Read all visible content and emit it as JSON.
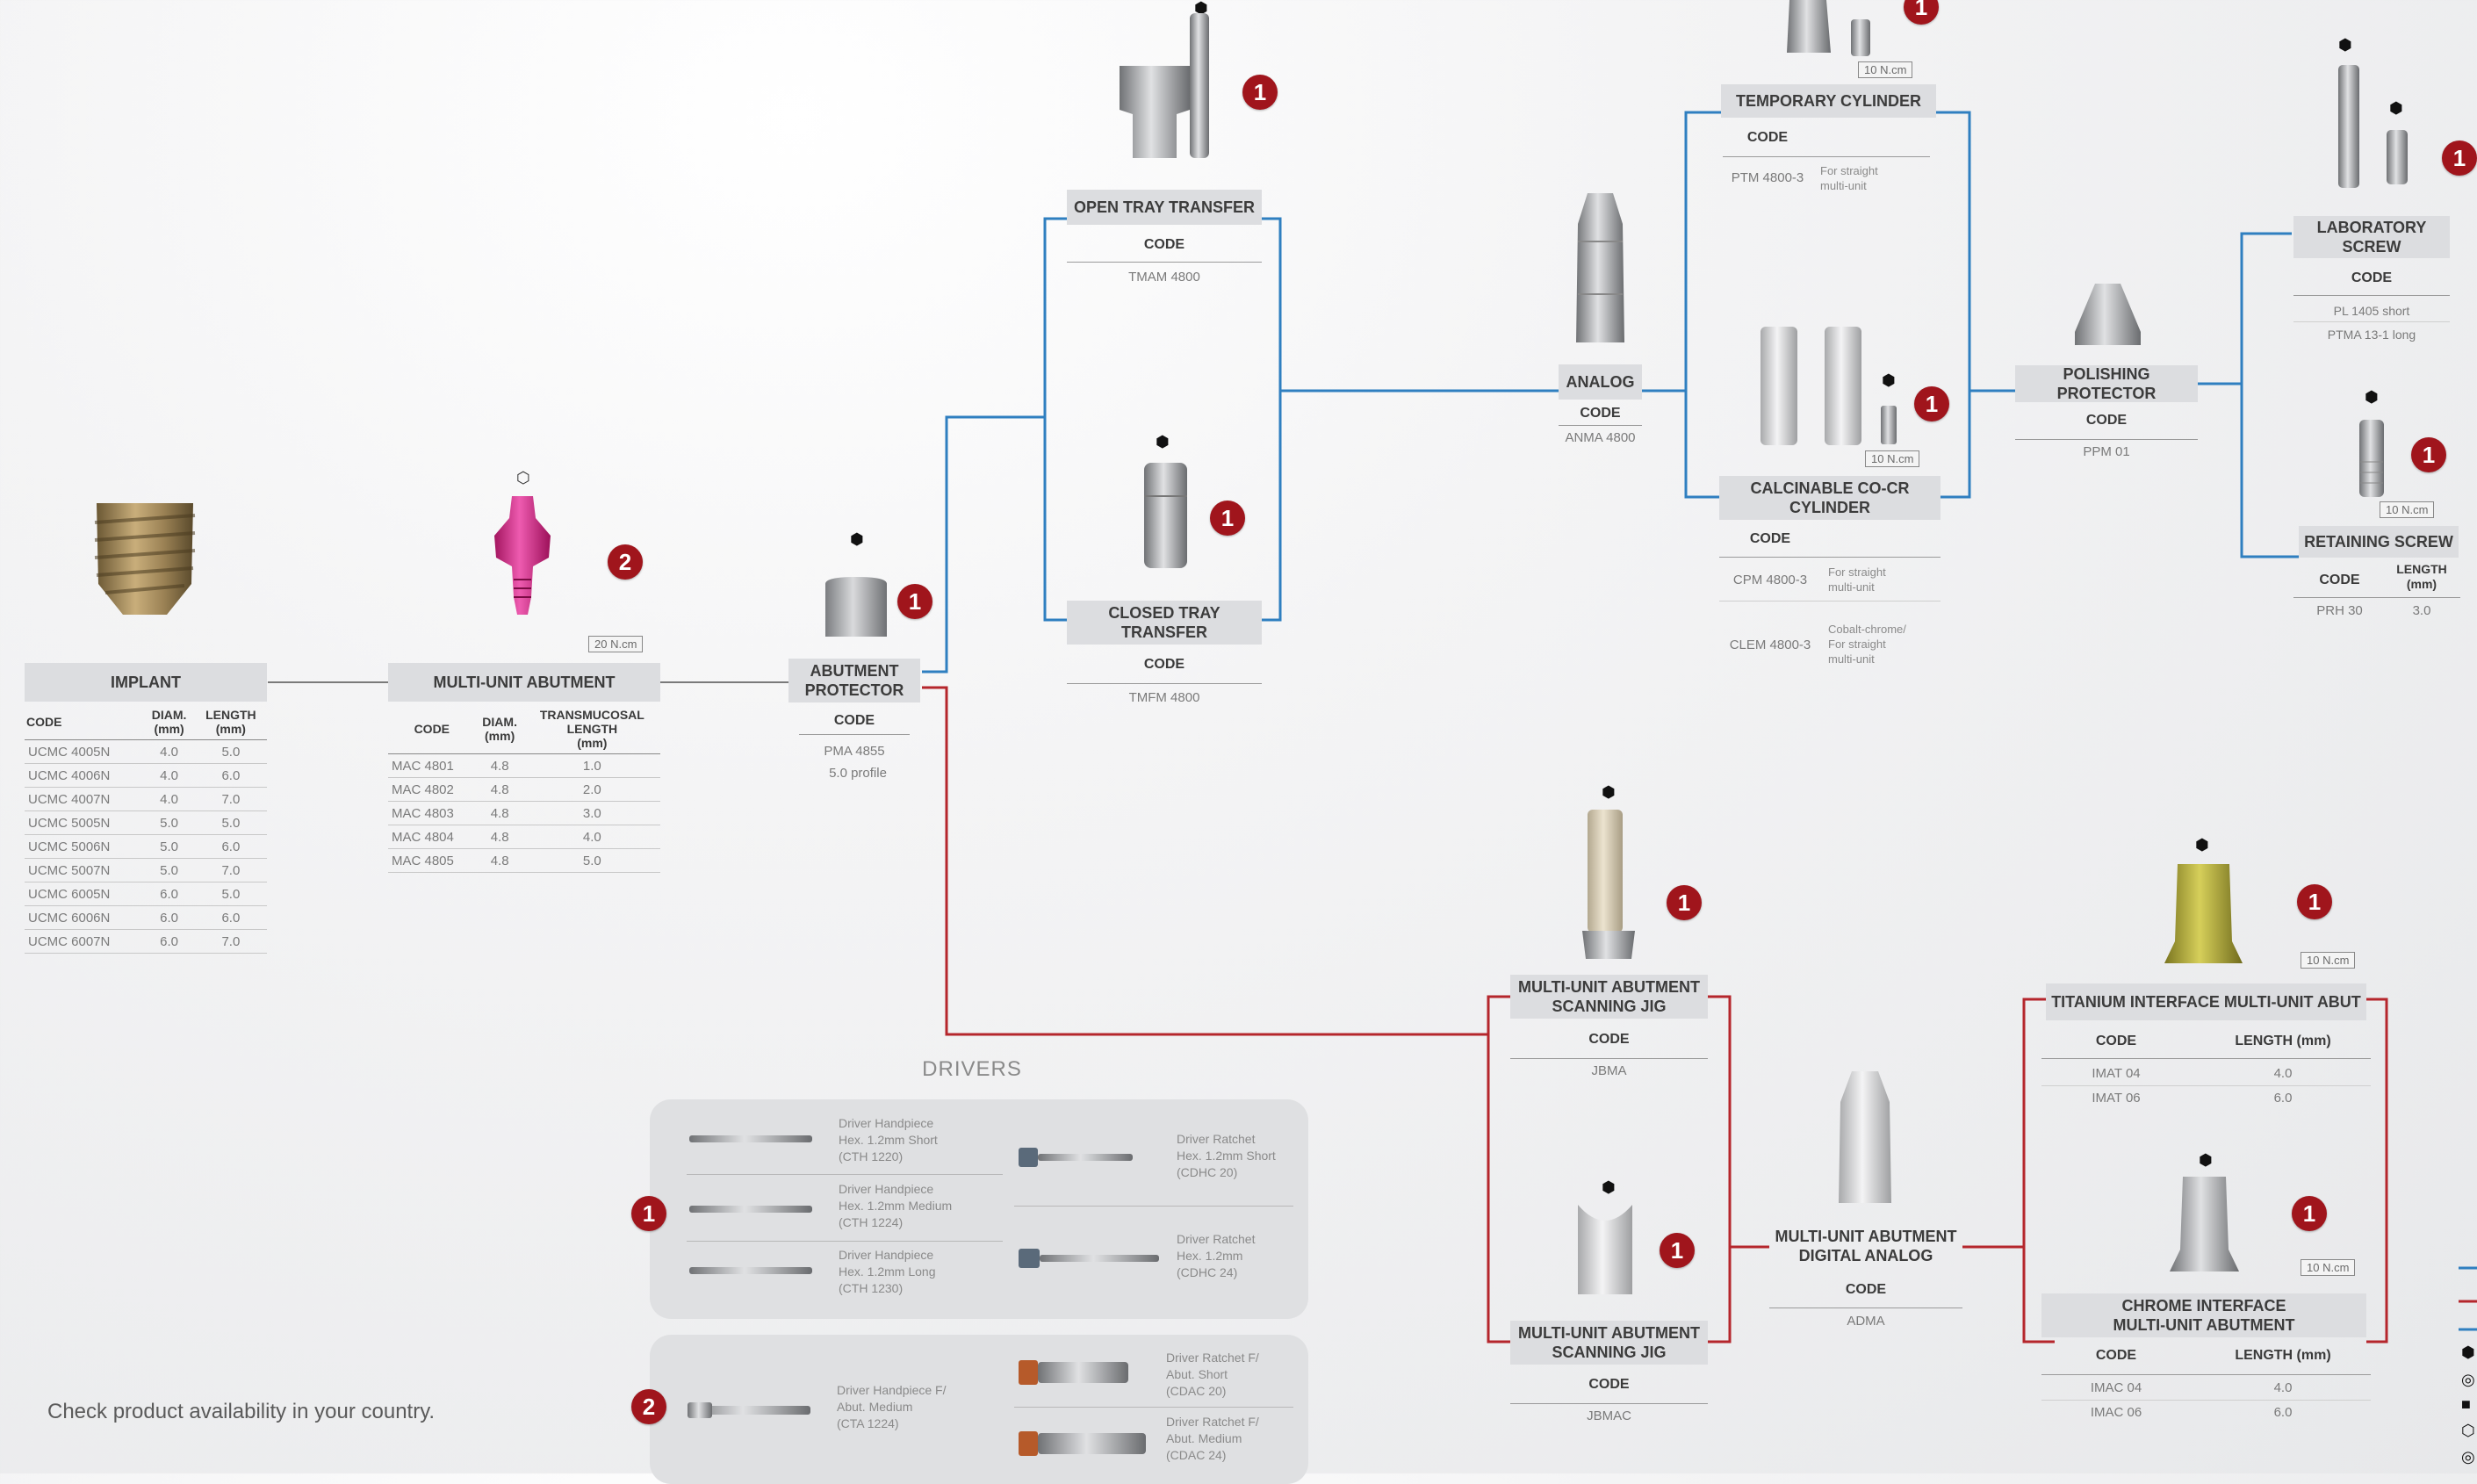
{
  "colors": {
    "blue": "#2f7fc0",
    "red": "#b5262c",
    "badge": "#a0151c",
    "header_bg": "#dcdde0"
  },
  "footer": "Check product availability in your country.",
  "implant": {
    "title": "IMPLANT",
    "headers": [
      "CODE",
      "DIAM.\n(mm)",
      "LENGTH\n(mm)"
    ],
    "rows": [
      [
        "UCMC 4005N",
        "4.0",
        "5.0"
      ],
      [
        "UCMC 4006N",
        "4.0",
        "6.0"
      ],
      [
        "UCMC 4007N",
        "4.0",
        "7.0"
      ],
      [
        "UCMC 5005N",
        "5.0",
        "5.0"
      ],
      [
        "UCMC 5006N",
        "5.0",
        "6.0"
      ],
      [
        "UCMC 5007N",
        "5.0",
        "7.0"
      ],
      [
        "UCMC 6005N",
        "6.0",
        "5.0"
      ],
      [
        "UCMC 6006N",
        "6.0",
        "6.0"
      ],
      [
        "UCMC 6007N",
        "6.0",
        "7.0"
      ]
    ]
  },
  "multi_unit": {
    "title": "MULTI-UNIT ABUTMENT",
    "torque": "20 N.cm",
    "badge": "2",
    "headers": [
      "CODE",
      "DIAM.\n(mm)",
      "TRANSMUCOSAL\nLENGTH\n(mm)"
    ],
    "rows": [
      [
        "MAC 4801",
        "4.8",
        "1.0"
      ],
      [
        "MAC 4802",
        "4.8",
        "2.0"
      ],
      [
        "MAC 4803",
        "4.8",
        "3.0"
      ],
      [
        "MAC 4804",
        "4.8",
        "4.0"
      ],
      [
        "MAC 4805",
        "4.8",
        "5.0"
      ]
    ]
  },
  "abutment_protector": {
    "title": "ABUTMENT\nPROTECTOR",
    "code_label": "CODE",
    "code": "PMA 4855",
    "code2": "5.0 profile",
    "badge": "1"
  },
  "open_tray": {
    "title": "OPEN TRAY TRANSFER",
    "code_label": "CODE",
    "code": "TMAM 4800",
    "badge": "1"
  },
  "closed_tray": {
    "title": "CLOSED TRAY\nTRANSFER",
    "code_label": "CODE",
    "code": "TMFM 4800",
    "badge": "1"
  },
  "analog": {
    "title": "ANALOG",
    "code_label": "CODE",
    "code": "ANMA 4800"
  },
  "temporary_cylinder": {
    "title": "TEMPORARY CYLINDER",
    "code_label": "CODE",
    "code": "PTM 4800-3",
    "note": "For straight\nmulti-unit",
    "torque": "10 N.cm",
    "badge": "1"
  },
  "calcinable": {
    "title": "CALCINABLE CO-CR\nCYLINDER",
    "code_label": "CODE",
    "torque": "10 N.cm",
    "badge": "1",
    "rows": [
      {
        "code": "CPM 4800-3",
        "note": "For straight\nmulti-unit"
      },
      {
        "code": "CLEM 4800-3",
        "note": "Cobalt-chrome/\nFor straight\nmulti-unit"
      }
    ]
  },
  "polishing": {
    "title": "POLISHING PROTECTOR",
    "code_label": "CODE",
    "code": "PPM 01"
  },
  "lab_screw": {
    "title": "LABORATORY\nSCREW",
    "code_label": "CODE",
    "codes": [
      "PL 1405 short",
      "PTMA 13-1 long"
    ],
    "badge": "1"
  },
  "retaining_screw": {
    "title": "RETAINING SCREW",
    "code_label": "CODE",
    "len_label": "LENGTH\n(mm)",
    "code": "PRH 30",
    "length": "3.0",
    "torque": "10 N.cm",
    "badge": "1"
  },
  "scan_jig1": {
    "title": "MULTI-UNIT ABUTMENT\nSCANNING JIG",
    "code_label": "CODE",
    "code": "JBMA",
    "badge": "1"
  },
  "scan_jig2": {
    "title": "MULTI-UNIT ABUTMENT\nSCANNING JIG",
    "code_label": "CODE",
    "code": "JBMAC",
    "badge": "1"
  },
  "digital_analog": {
    "title": "MULTI-UNIT ABUTMENT\nDIGITAL ANALOG",
    "code_label": "CODE",
    "code": "ADMA"
  },
  "titanium": {
    "title": "TITANIUM INTERFACE MULTI-UNIT ABUT",
    "code_label": "CODE",
    "len_label": "LENGTH (mm)",
    "torque": "10 N.cm",
    "badge": "1",
    "rows": [
      [
        "IMAT 04",
        "4.0"
      ],
      [
        "IMAT 06",
        "6.0"
      ]
    ]
  },
  "chrome": {
    "title": "CHROME INTERFACE\nMULTI-UNIT ABUTMENT",
    "code_label": "CODE",
    "len_label": "LENGTH (mm)",
    "torque": "10 N.cm",
    "badge": "1",
    "rows": [
      [
        "IMAC 04",
        "4.0"
      ],
      [
        "IMAC 06",
        "6.0"
      ]
    ]
  },
  "drivers": {
    "title": "DRIVERS",
    "group1_badge": "1",
    "group2_badge": "2",
    "g1_left": [
      "Driver Handpiece\nHex. 1.2mm Short\n(CTH 1220)",
      "Driver Handpiece\nHex. 1.2mm Medium\n(CTH 1224)",
      "Driver Handpiece\nHex. 1.2mm Long\n(CTH 1230)"
    ],
    "g1_right": [
      "Driver Ratchet\nHex. 1.2mm Short\n(CDHC 20)",
      "Driver Ratchet\nHex. 1.2mm\n(CDHC 24)"
    ],
    "g2_left": "Driver Handpiece F/\nAbut. Medium\n(CTA 1224)",
    "g2_right": [
      "Driver Ratchet F/\nAbut. Short\n(CDAC 20)",
      "Driver Ratchet F/\nAbut. Medium\n(CDAC 24)"
    ]
  }
}
